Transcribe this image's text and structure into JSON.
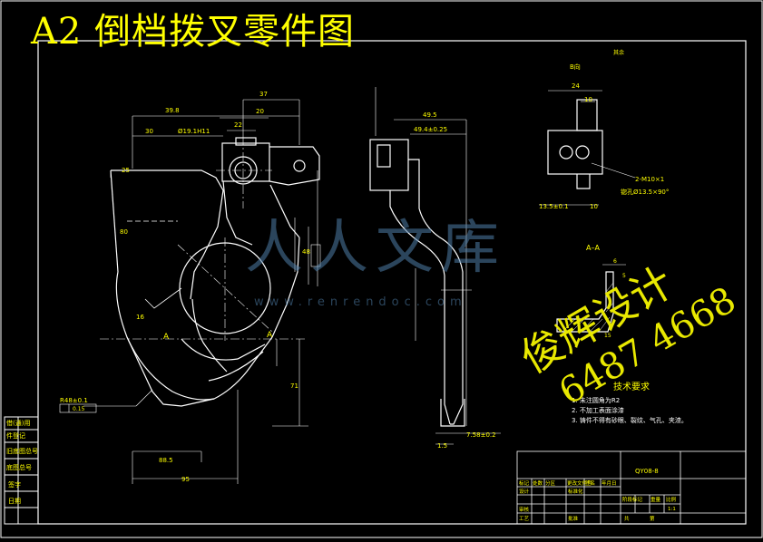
{
  "sheet_title": "A2 倒档拨叉零件图",
  "watermark": {
    "brand_line1": "俊辉设计",
    "brand_line2": "6487 4668",
    "site_name": "人人文库",
    "site_url": "www.renrendoc.com"
  },
  "dims": {
    "d37": "37",
    "d39_8": "39.8",
    "d20": "20",
    "d22": "22",
    "d30": "30",
    "hole": "Ø19.1H11",
    "d25": "25",
    "d49_5": "49.5",
    "d49_4": "49.4±0.25",
    "d24": "24",
    "d10": "10",
    "d80": "80",
    "d48": "48",
    "d16": "16",
    "d88_5": "88.5",
    "d95": "95",
    "d71": "71",
    "d7_58": "7.58±0.2",
    "d1_5": "1.5",
    "d13_5": "13.5±0.1",
    "d10b": "10",
    "d6": "6",
    "d5": "5",
    "d15": "15",
    "r48": "R48±0.1",
    "tol_box": "0.15",
    "thread": "2-M10×1",
    "thread_depth": "锪孔Ø13.5×90°",
    "section_b": "B向",
    "section_a": "A–A",
    "label_a1": "A",
    "label_a2": "A",
    "roughness_other": "其余"
  },
  "tech_req": {
    "heading": "技术要求",
    "line1": "1. 未注圆角为R2",
    "line2": "2. 不加工表面涂漆",
    "line3": "3. 铸件不得有砂眼、裂纹、气孔、夹渣。"
  },
  "title_block": {
    "drawing_no": "QY08-8",
    "rows": [
      "标记",
      "处数",
      "分区",
      "更改文件号",
      "签名",
      "年月日"
    ],
    "design": "设计",
    "standard": "标准化",
    "review": "审核",
    "process": "工艺",
    "approve": "批准",
    "stage_label": "阶段标记",
    "weight": "重量",
    "scale": "比例",
    "scale_value": "1:1",
    "sheet_total": "共",
    "sheet_no": "第"
  },
  "left_strip": [
    "借(通)用",
    "件登记",
    "旧底图总号",
    "底图总号",
    "签字",
    "日期"
  ]
}
